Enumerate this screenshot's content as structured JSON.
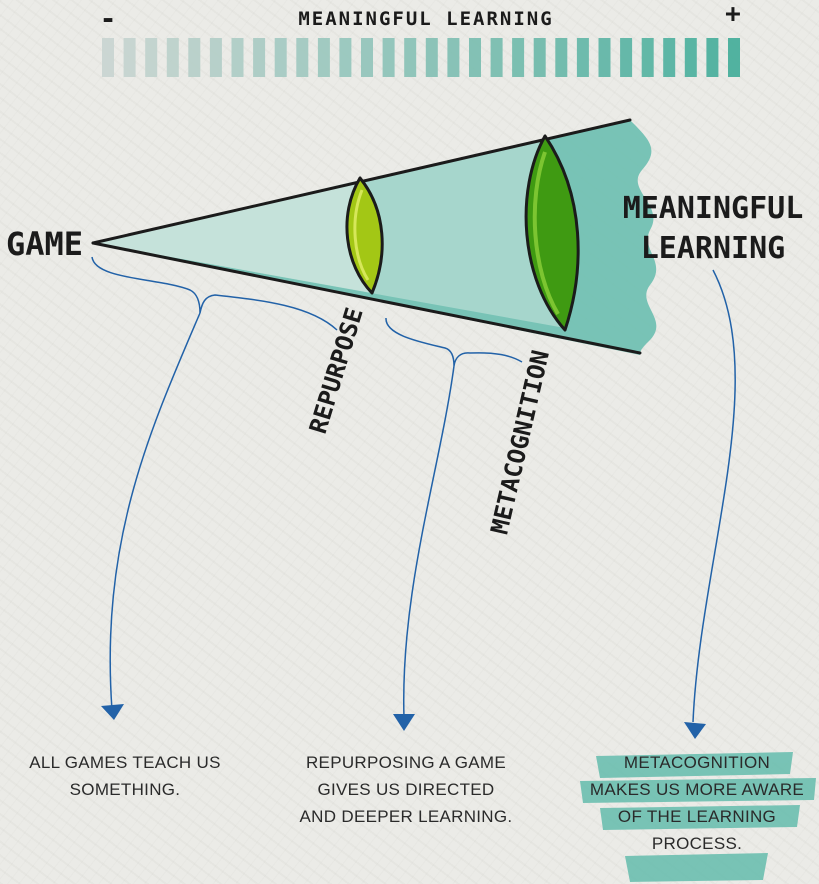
{
  "scale": {
    "title": "MEANINGFUL LEARNING",
    "minus": "-",
    "plus": "+"
  },
  "labels": {
    "game": "GAME",
    "meaningful_line1": "MEANINGFUL",
    "meaningful_line2": "LEARNING",
    "repurpose": "REPURPOSE",
    "metacognition": "METACOGNITION"
  },
  "captions": {
    "games": [
      "ALL GAMES TEACH US",
      "SOMETHING."
    ],
    "repurposing": [
      "REPURPOSING A GAME",
      "GIVES US DIRECTED",
      "AND DEEPER LEARNING."
    ],
    "metacognition": [
      "METACOGNITION",
      "MAKES US MORE AWARE",
      "OF THE LEARNING",
      "PROCESS."
    ]
  },
  "colors": {
    "teal": "#6cbfb0",
    "lens_small": "#a3c715",
    "lens_large": "#3f9a12",
    "arrow": "#2262a8",
    "ink": "#1b1b1b"
  }
}
